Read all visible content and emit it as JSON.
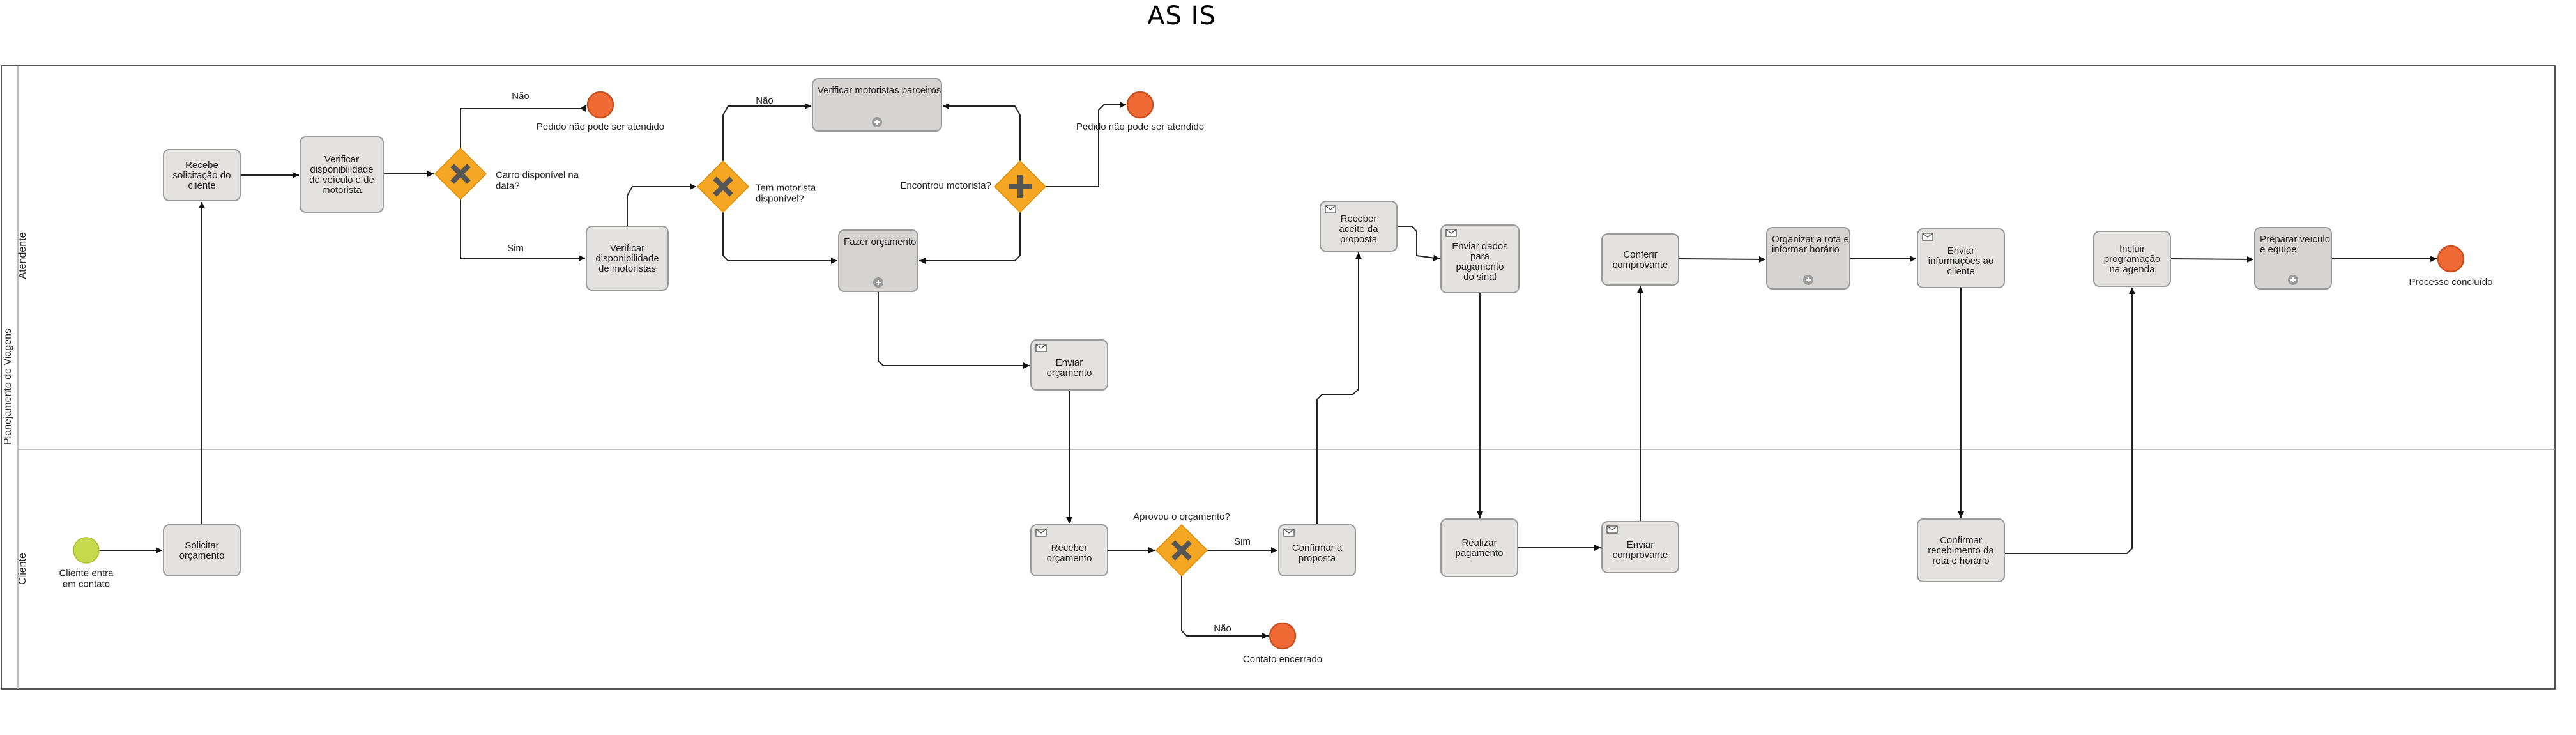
{
  "title": "AS IS",
  "pool": {
    "label": "Planejamento de Viagens"
  },
  "lanes": {
    "atendente": "Atendente",
    "cliente": "Cliente"
  },
  "tasks": {
    "recebe_solicitacao": [
      "Recebe",
      "solicitação do",
      "cliente"
    ],
    "verificar_veiculo": [
      "Verificar",
      "disponibilidade",
      "de veículo e de",
      "motorista"
    ],
    "verificar_motoristas": [
      "Verificar",
      "disponibilidade",
      "de motoristas"
    ],
    "verificar_parceiros": [
      "Verificar motoristas parceiros"
    ],
    "fazer_orcamento": [
      "Fazer orçamento"
    ],
    "enviar_orcamento": [
      "Enviar",
      "orçamento"
    ],
    "receber_aceite": [
      "Receber",
      "aceite da",
      "proposta"
    ],
    "enviar_dados": [
      "Enviar dados",
      "para",
      "pagamento",
      "do sinal"
    ],
    "conferir_comprovante": [
      "Conferir",
      "comprovante"
    ],
    "organizar_rota": [
      "Organizar a rota e",
      "informar horário"
    ],
    "enviar_informacoes": [
      "Enviar",
      "informações ao",
      "cliente"
    ],
    "incluir_programacao": [
      "Incluir",
      "programação",
      "na agenda"
    ],
    "preparar_veiculo": [
      "Preparar veículo",
      "e equipe"
    ],
    "solicitar_orcamento": [
      "Solicitar",
      "orçamento"
    ],
    "receber_orcamento": [
      "Receber",
      "orçamento"
    ],
    "confirmar_proposta": [
      "Confirmar a",
      "proposta"
    ],
    "realizar_pagamento": [
      "Realizar",
      "pagamento"
    ],
    "enviar_comprovante": [
      "Enviar",
      "comprovante"
    ],
    "confirmar_recebimento": [
      "Confirmar",
      "recebimento da",
      "rota e horário"
    ]
  },
  "gateways": {
    "carro": [
      "Carro disponível na",
      "data?"
    ],
    "motorista": [
      "Tem motorista",
      "disponível?"
    ],
    "encontrou": [
      "Encontrou motorista?"
    ],
    "aprovou": [
      "Aprovou o orçamento?"
    ]
  },
  "events": {
    "cliente_entra": [
      "Cliente entra",
      "em contato"
    ],
    "pedido_nao_atendido_1": [
      "Pedido não pode ser atendido"
    ],
    "pedido_nao_atendido_2": [
      "Pedido não pode ser atendido"
    ],
    "processo_concluido": [
      "Processo concluído"
    ],
    "contato_encerrado": [
      "Contato encerrado"
    ]
  },
  "flow_labels": {
    "nao_1": "Não",
    "sim_1": "Sim",
    "nao_2": "Não",
    "sim_2": "Sim",
    "nao_3": "Não"
  },
  "colors": {
    "task_fill": "#e4e1e1",
    "gateway": "#f5a623",
    "start_event": "#c5d94a",
    "end_event": "#f06a35"
  }
}
